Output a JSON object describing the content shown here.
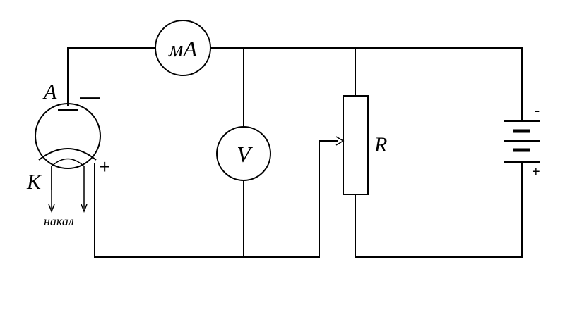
{
  "diagram": {
    "labels": {
      "milliammeter": "мA",
      "voltmeter": "V",
      "anode": "A",
      "cathode": "K",
      "resistor": "R",
      "heater": "накал",
      "tube_minus": "—",
      "tube_plus": "+",
      "battery_minus": "-",
      "battery_plus": "+"
    }
  }
}
